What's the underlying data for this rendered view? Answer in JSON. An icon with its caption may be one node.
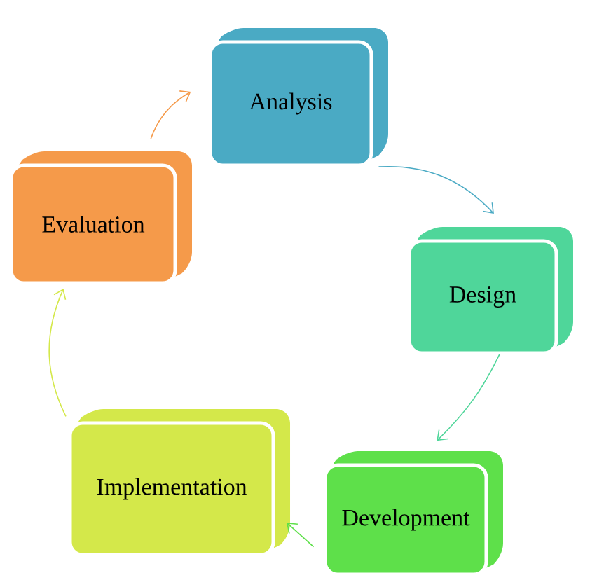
{
  "diagram": {
    "nodes": [
      {
        "text": [
          "Analysis"
        ]
      },
      {
        "text": [
          "Design"
        ]
      },
      {
        "text": [
          "Development"
        ]
      },
      {
        "text": [
          "Implementation"
        ]
      },
      {
        "text": [
          "Evaluation"
        ]
      }
    ],
    "edges": [
      {
        "from": 0,
        "to": 1,
        "arrow": "to",
        "color": "#4aaac4"
      },
      {
        "from": 1,
        "to": 2,
        "arrow": "to",
        "color": "#4fd69a"
      },
      {
        "from": 2,
        "to": 3,
        "arrow": "to",
        "color": "#5ee04a"
      },
      {
        "from": 3,
        "to": 4,
        "arrow": "to",
        "color": "#d4e84a"
      },
      {
        "from": 4,
        "to": 0,
        "arrow": "to",
        "color": "#f59a4a"
      }
    ]
  }
}
